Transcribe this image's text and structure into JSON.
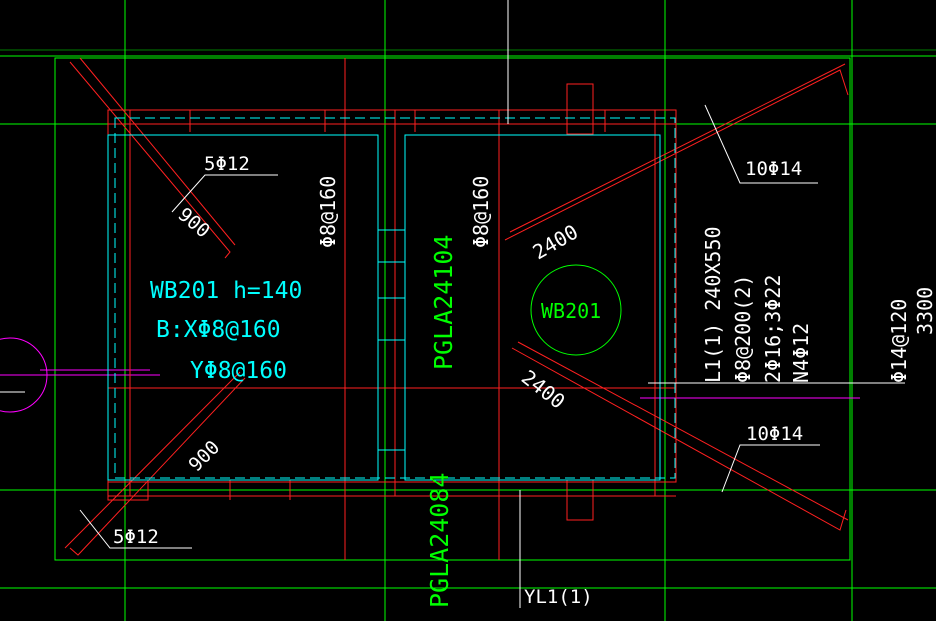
{
  "colors": {
    "background": "#000000",
    "grid": "#00ff00",
    "rebar": "#ff2020",
    "slab_edge": "#00ffff",
    "text_white": "#ffffff",
    "text_cyan": "#00ffff",
    "text_green": "#00ff00",
    "axis_magenta": "#ff00ff"
  },
  "labels": {
    "bar_5phi12_top": "5Φ12",
    "bar_5phi12_bottom": "5Φ12",
    "len_900_top": "900",
    "len_900_bottom": "900",
    "slab_name": "WB201 h=140",
    "slab_bx": "B:XΦ8@160",
    "slab_by": "YΦ8@160",
    "dist_left": "Φ8@160",
    "dist_mid": "Φ8@160",
    "precast_top": "PGLA24104",
    "precast_bottom": "PGLA24084",
    "len_2400_top": "2400",
    "len_2400_bottom": "2400",
    "circle_tag": "WB201",
    "bar_10phi14_top": "10Φ14",
    "bar_10phi14_bottom": "10Φ14",
    "beam_title": "L1(1) 240X550",
    "beam_stirrup": "Φ8@200(2)",
    "beam_main": "2Φ16;3Φ22",
    "beam_waist": "N4Φ12",
    "beam_extra": "Φ14@120",
    "dim_3300": "3300",
    "column_tag": "YL1(1)"
  }
}
